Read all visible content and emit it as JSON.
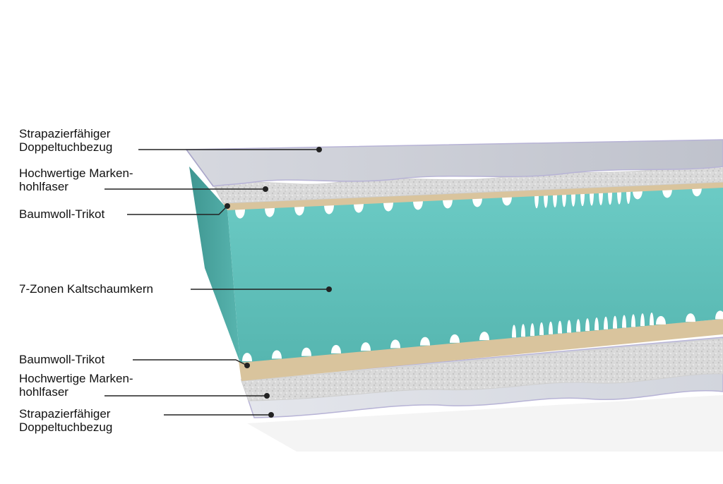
{
  "diagram": {
    "layers": [
      {
        "id": "top-cover",
        "lines": [
          "Strapazierfähiger",
          "Doppeltuchbezug"
        ]
      },
      {
        "id": "top-fiber",
        "lines": [
          "Hochwertige Marken-",
          "hohlfaser"
        ]
      },
      {
        "id": "top-knit",
        "lines": [
          "Baumwoll-Trikot"
        ]
      },
      {
        "id": "core",
        "lines": [
          "7-Zonen Kaltschaumkern"
        ]
      },
      {
        "id": "bottom-knit",
        "lines": [
          "Baumwoll-Trikot"
        ]
      },
      {
        "id": "bottom-fiber",
        "lines": [
          "Hochwertige Marken-",
          "hohlfaser"
        ]
      },
      {
        "id": "bottom-cover",
        "lines": [
          "Strapazierfähiger",
          "Doppeltuchbezug"
        ]
      }
    ],
    "colors": {
      "foam": "#63c3bd",
      "foam_dark": "#4ea9a4",
      "fiber": "#d9d9d9",
      "cover": "#c9ccd6",
      "knit": "#d8c39c",
      "leader": "#222222"
    }
  }
}
